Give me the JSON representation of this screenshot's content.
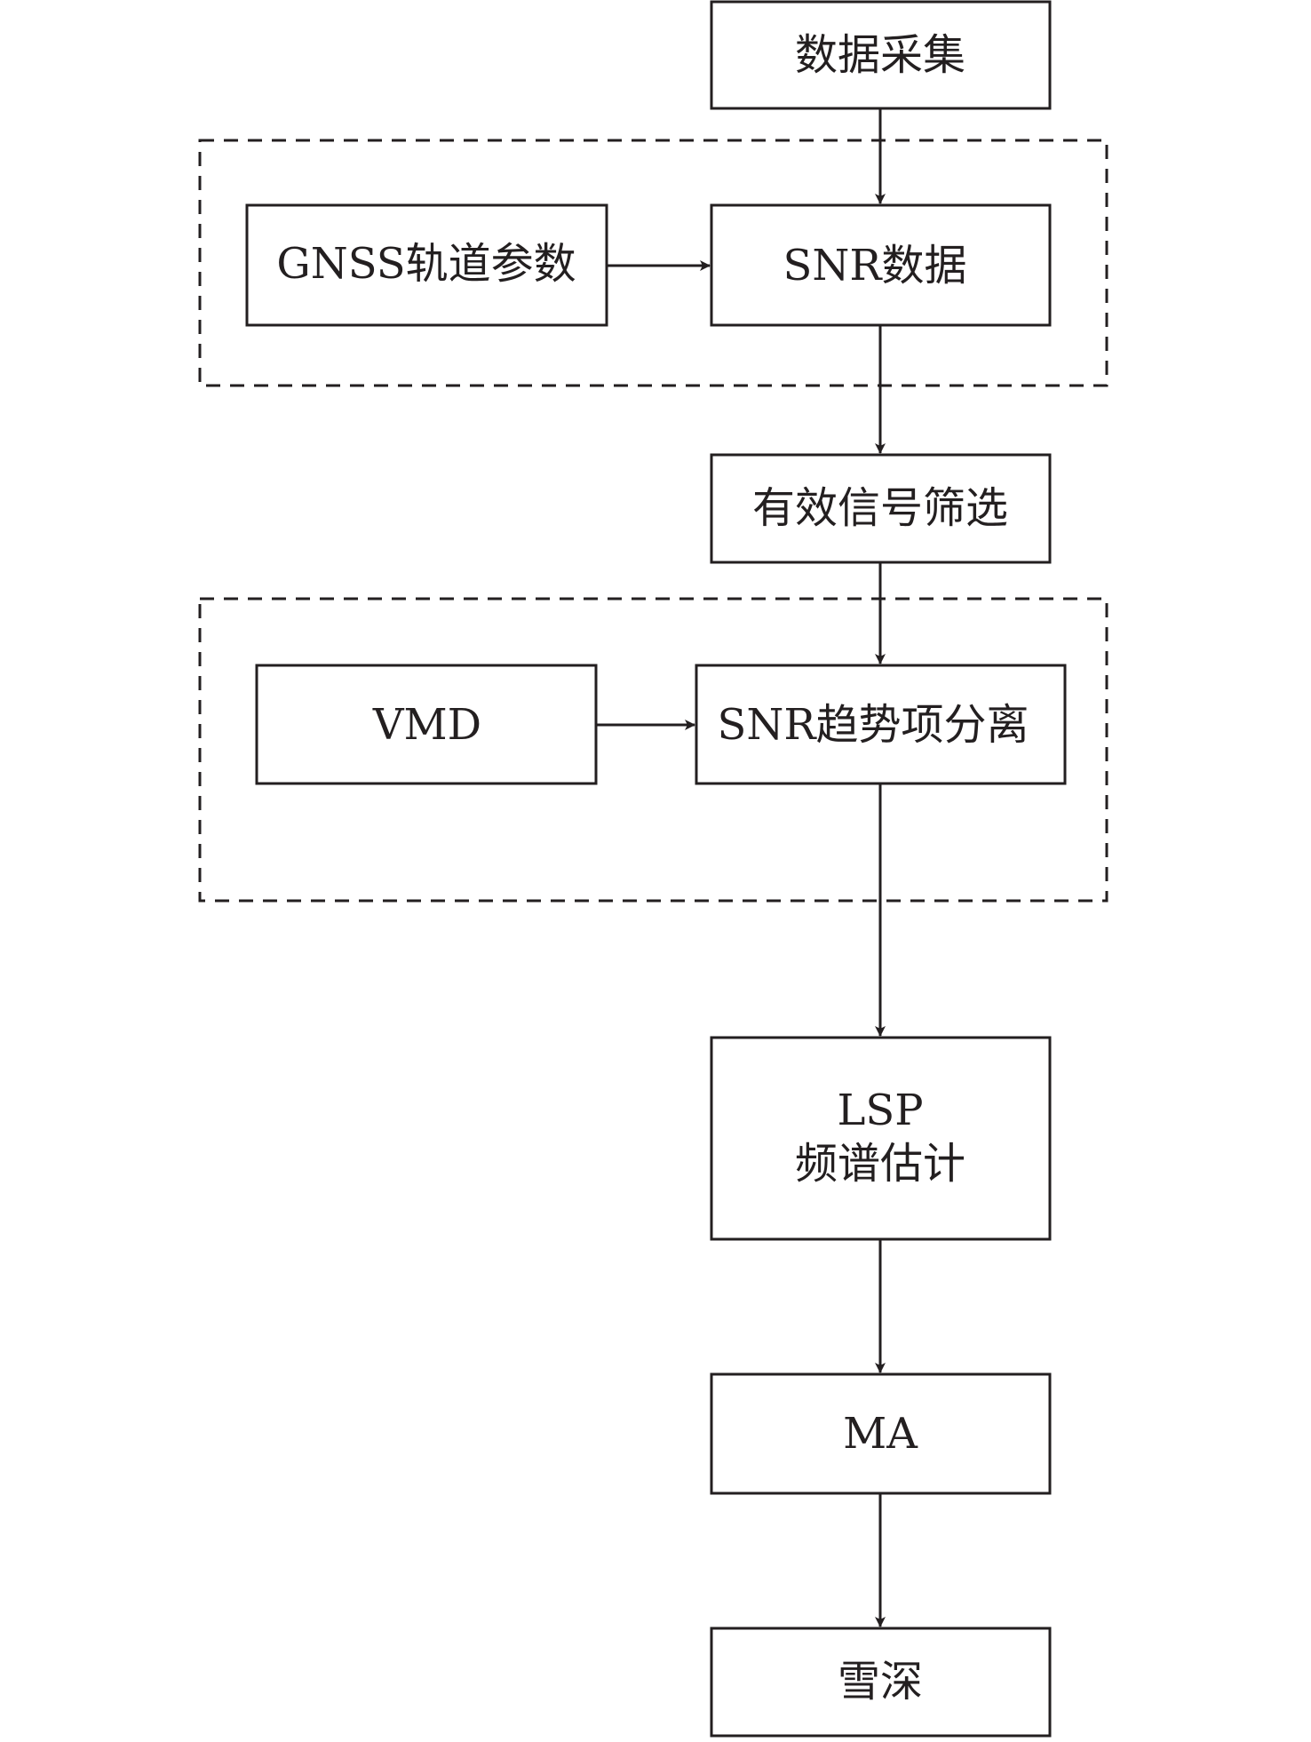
{
  "diagram": {
    "type": "flowchart",
    "nodes": [
      {
        "id": "data_collection",
        "label": "数据采集"
      },
      {
        "id": "gnss_orbit",
        "label": "GNSS轨道参数"
      },
      {
        "id": "snr_data",
        "label": "SNR数据"
      },
      {
        "id": "signal_filter",
        "label": "有效信号筛选"
      },
      {
        "id": "vmd",
        "label": "VMD"
      },
      {
        "id": "snr_trend_sep",
        "label": "SNR趋势项分离"
      },
      {
        "id": "lsp",
        "label_line1": "LSP",
        "label_line2": "频谱估计"
      },
      {
        "id": "ma",
        "label": "MA"
      },
      {
        "id": "snow_depth",
        "label": "雪深"
      }
    ],
    "groups": [
      {
        "id": "group_snr_input",
        "members": [
          "gnss_orbit",
          "snr_data"
        ],
        "style": "dashed"
      },
      {
        "id": "group_vmd",
        "members": [
          "vmd",
          "snr_trend_sep"
        ],
        "style": "dashed"
      }
    ],
    "edges": [
      {
        "from": "data_collection",
        "to": "snr_data"
      },
      {
        "from": "gnss_orbit",
        "to": "snr_data"
      },
      {
        "from": "snr_data",
        "to": "signal_filter"
      },
      {
        "from": "signal_filter",
        "to": "snr_trend_sep"
      },
      {
        "from": "vmd",
        "to": "snr_trend_sep"
      },
      {
        "from": "snr_trend_sep",
        "to": "lsp"
      },
      {
        "from": "lsp",
        "to": "ma"
      },
      {
        "from": "ma",
        "to": "snow_depth"
      }
    ],
    "colors": {
      "stroke": "#231f20",
      "background": "#ffffff"
    }
  }
}
